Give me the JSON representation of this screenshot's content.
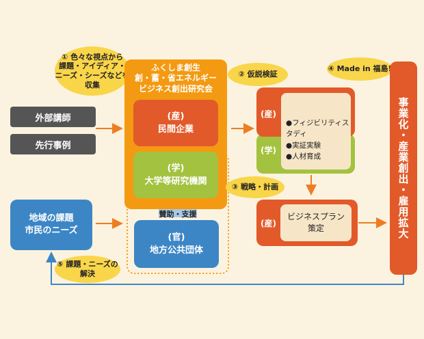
{
  "left": {
    "lecturers": "外部講師",
    "cases": "先行事例",
    "regional": [
      "地域の課題",
      "市民のニーズ"
    ]
  },
  "bubbles": {
    "b1": [
      "① 色々な視点から",
      "課題・アイディア・",
      "ニーズ・シーズなどを",
      "収集"
    ],
    "b2": "② 仮説検証",
    "b3": "③ 戦略・計画",
    "b4": "④ Made in 福島!",
    "b5": [
      "⑤ 課題・ニーズの",
      "解決"
    ]
  },
  "center": {
    "title": [
      "ふくしま創生",
      "創・蓄・省エネルギー",
      "ビジネス創出研究会"
    ],
    "industry": {
      "tag": "(産)",
      "label": "民間企業"
    },
    "academia": {
      "tag": "(学)",
      "label": "大学等研究機関"
    },
    "support": "賛助・支援",
    "government": {
      "tag": "(官)",
      "label": "地方公共団体"
    }
  },
  "verify": {
    "tag_industry": "(産)",
    "tag_academia": "(学)",
    "items": [
      "●フィジビリティスタディ",
      "●実証実験",
      "●人材育成"
    ]
  },
  "plan": {
    "tag": "(産)",
    "label": [
      "ビジネスプラン",
      "策定"
    ]
  },
  "right_bar": "事業化・産業創出・雇用拡大"
}
